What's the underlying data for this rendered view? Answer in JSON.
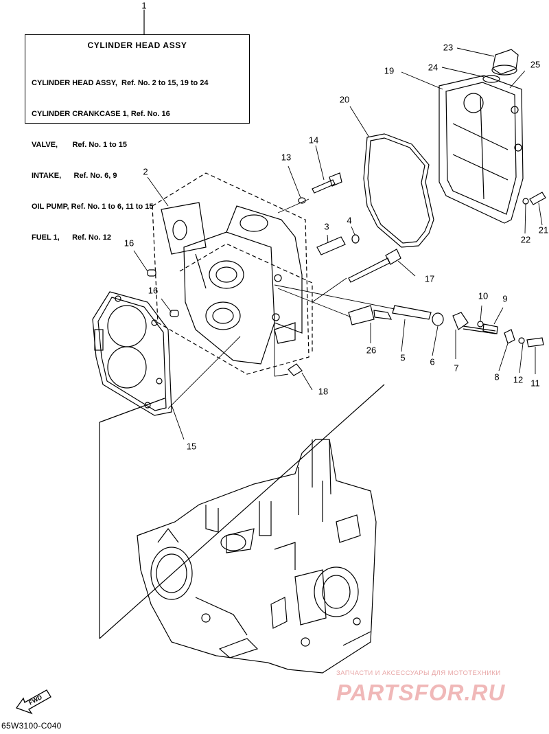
{
  "legend": {
    "title": "CYLINDER HEAD ASSY",
    "lines": [
      "CYLINDER HEAD ASSY,  Ref. No. 2 to 15, 19 to 24",
      "CYLINDER CRANKCASE 1, Ref. No. 16",
      "VALVE,       Ref. No. 1 to 15",
      "INTAKE,      Ref. No. 6, 9",
      "OIL PUMP, Ref. No. 1 to 6, 11 to 15",
      "FUEL 1,      Ref. No. 12"
    ]
  },
  "callouts": {
    "c1": "1",
    "c2": "2",
    "c3": "3",
    "c4": "4",
    "c5": "5",
    "c6": "6",
    "c7": "7",
    "c8": "8",
    "c9": "9",
    "c10": "10",
    "c11": "11",
    "c12": "12",
    "c13": "13",
    "c14": "14",
    "c15": "15",
    "c16a": "16",
    "c16b": "16",
    "c17": "17",
    "c18": "18",
    "c19": "19",
    "c20": "20",
    "c21": "21",
    "c22": "22",
    "c23": "23",
    "c24": "24",
    "c25": "25",
    "c26": "26"
  },
  "fwd_label": "FWD",
  "diagram_code": "65W3100-C040",
  "watermark": {
    "tagline": "ЗАПЧАСТИ И АКСЕССУАРЫ ДЛЯ МОТОТЕХНИКИ",
    "logo": "PARTSFOR.RU"
  }
}
